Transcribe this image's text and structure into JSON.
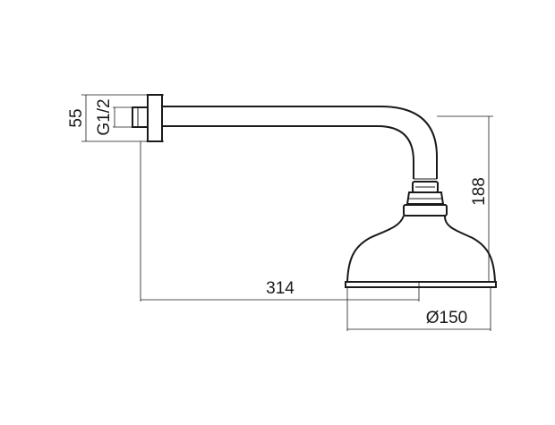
{
  "dimensions": {
    "wall_plate_height": "55",
    "thread_size": "G1/2",
    "arm_projection": "314",
    "total_drop": "188",
    "head_diameter": "Ø150"
  }
}
